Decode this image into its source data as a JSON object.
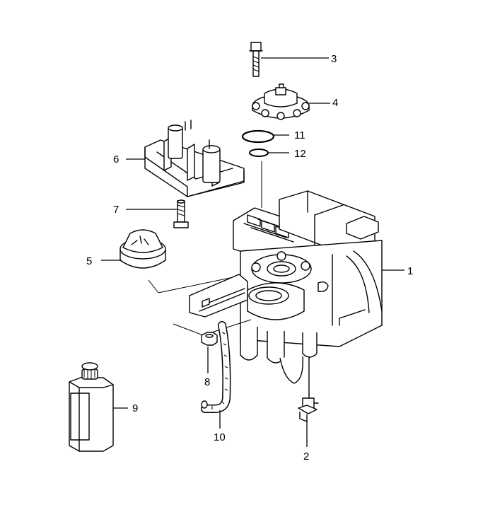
{
  "callouts": [
    {
      "id": "1",
      "label": "1"
    },
    {
      "id": "2",
      "label": "2"
    },
    {
      "id": "3",
      "label": "3"
    },
    {
      "id": "4",
      "label": "4"
    },
    {
      "id": "5",
      "label": "5"
    },
    {
      "id": "6",
      "label": "6"
    },
    {
      "id": "7",
      "label": "7"
    },
    {
      "id": "8",
      "label": "8"
    },
    {
      "id": "9",
      "label": "9"
    },
    {
      "id": "10",
      "label": "10"
    },
    {
      "id": "11",
      "label": "11"
    },
    {
      "id": "12",
      "label": "12"
    }
  ],
  "parts": [
    {
      "callout": "1",
      "name": "main-housing"
    },
    {
      "callout": "2",
      "name": "level-sensor"
    },
    {
      "callout": "3",
      "name": "bolt"
    },
    {
      "callout": "4",
      "name": "flange-cover"
    },
    {
      "callout": "5",
      "name": "filler-cap"
    },
    {
      "callout": "6",
      "name": "mounting-bracket"
    },
    {
      "callout": "7",
      "name": "screw"
    },
    {
      "callout": "8",
      "name": "nut"
    },
    {
      "callout": "9",
      "name": "fluid-bottle"
    },
    {
      "callout": "10",
      "name": "hose"
    },
    {
      "callout": "11",
      "name": "o-ring-large"
    },
    {
      "callout": "12",
      "name": "o-ring-small"
    }
  ]
}
